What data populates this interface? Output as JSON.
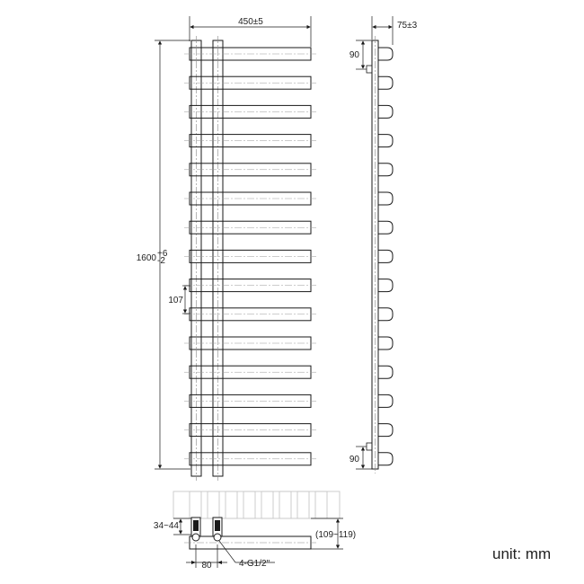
{
  "front_view": {
    "width_label": "450±5",
    "height_main": "1600",
    "height_sup": "+6",
    "height_sub": "-2",
    "spacing_label": "107",
    "bar_count": 15
  },
  "side_view": {
    "depth_label": "75±3",
    "top_offset_label": "90",
    "bottom_offset_label": "90"
  },
  "bottom_view": {
    "pipe_depth_label": "34~44",
    "wall_distance_label": "(109~119)",
    "pipe_spacing_label": "80",
    "connection_label": "4-G1/2\""
  },
  "unit_label": "unit: mm",
  "colors": {
    "line": "#1a1a1a",
    "centerline": "#888888"
  }
}
